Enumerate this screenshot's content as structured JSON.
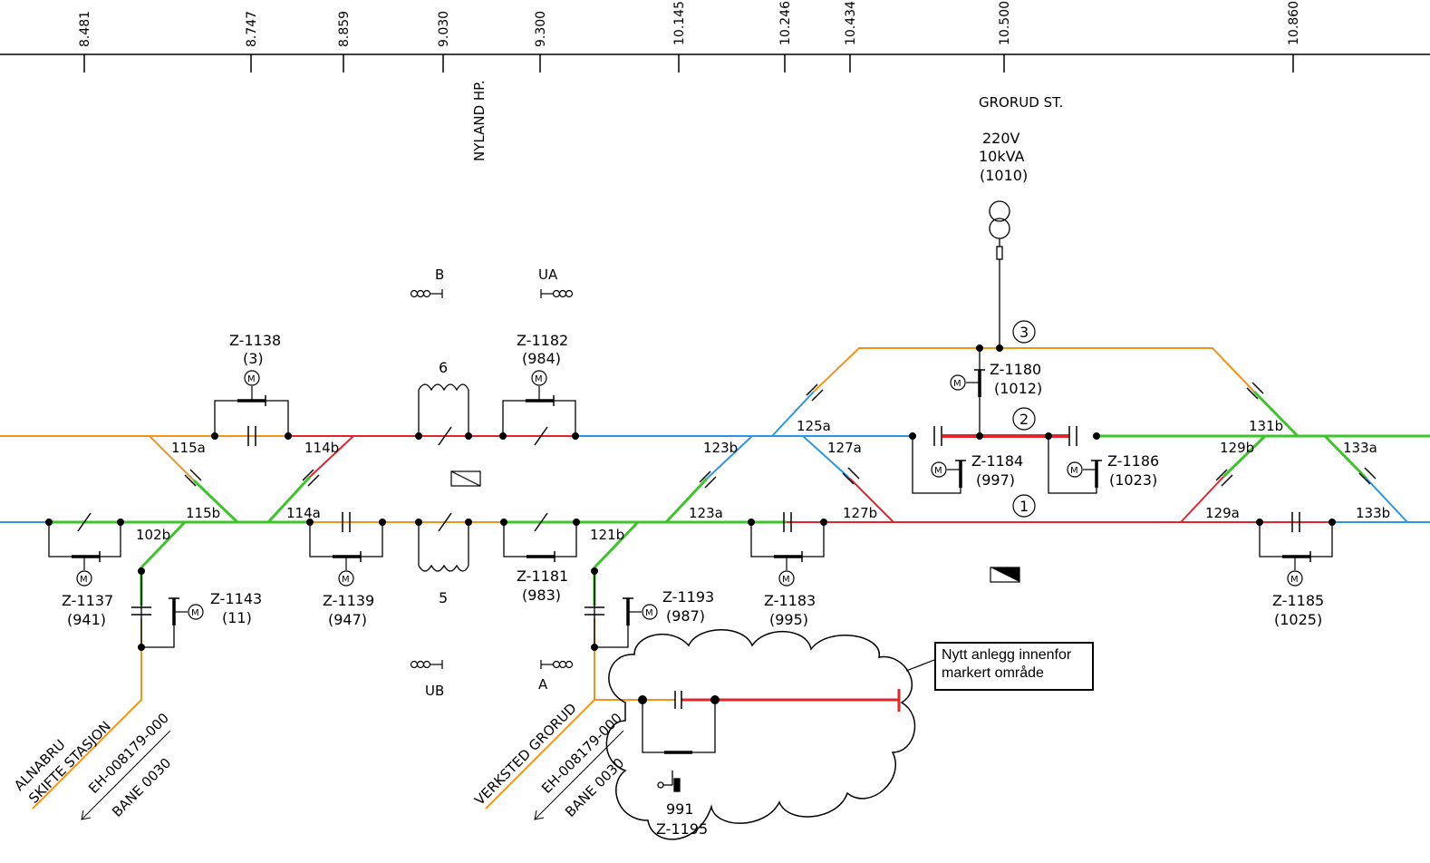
{
  "colors": {
    "orange": "#f2941a",
    "blue": "#2a96e6",
    "green": "#3cc42a",
    "red": "#e3242b",
    "black": "#000000"
  },
  "km_posts": [
    "8.481",
    "8.747",
    "8.859",
    "9.030",
    "9.300",
    "10.145",
    "10.246",
    "10.434",
    "10.500",
    "10.860"
  ],
  "stations": {
    "nyland": "NYLAND HP.",
    "grorud": "GRORUD ST."
  },
  "transformer": {
    "voltage": "220V",
    "power": "10kVA",
    "ref": "(1010)"
  },
  "signals": {
    "b": "B",
    "ua": "UA",
    "ub": "UB",
    "a": "A"
  },
  "tracks": {
    "t1": "1",
    "t2": "2",
    "t3": "3",
    "t5": "5",
    "t6": "6"
  },
  "sections": [
    "115a",
    "114b",
    "115b",
    "114a",
    "102b",
    "121b",
    "123a",
    "123b",
    "125a",
    "127a",
    "127b",
    "129a",
    "129b",
    "131b",
    "133a",
    "133b"
  ],
  "switches": {
    "z1138": {
      "id": "Z-1138",
      "ref": "(3)"
    },
    "z1182": {
      "id": "Z-1182",
      "ref": "(984)"
    },
    "z1180": {
      "id": "Z-1180",
      "ref": "(1012)"
    },
    "z1184": {
      "id": "Z-1184",
      "ref": "(997)"
    },
    "z1186": {
      "id": "Z-1186",
      "ref": "(1023)"
    },
    "z1137": {
      "id": "Z-1137",
      "ref": "(941)"
    },
    "z1143": {
      "id": "Z-1143",
      "ref": "(11)"
    },
    "z1139": {
      "id": "Z-1139",
      "ref": "(947)"
    },
    "z1181": {
      "id": "Z-1181",
      "ref": "(983)"
    },
    "z1193": {
      "id": "Z-1193",
      "ref": "(987)"
    },
    "z1183": {
      "id": "Z-1183",
      "ref": "(995)"
    },
    "z1185": {
      "id": "Z-1185",
      "ref": "(1025)"
    },
    "z1195": {
      "id": "Z-1195",
      "ref": "991"
    }
  },
  "motor_symbol": "M",
  "branches": {
    "alnabru_1": "ALNABRU",
    "alnabru_2": "SKIFTE STASJON",
    "alnabru_doc": "EH-008179-000",
    "alnabru_bane": "BANE 0030",
    "verksted": "VERKSTED GRORUD",
    "verksted_doc": "EH-008179-000",
    "verksted_bane": "BANE 0030"
  },
  "note": {
    "line1": "Nytt anlegg innenfor",
    "line2": "markert område"
  }
}
